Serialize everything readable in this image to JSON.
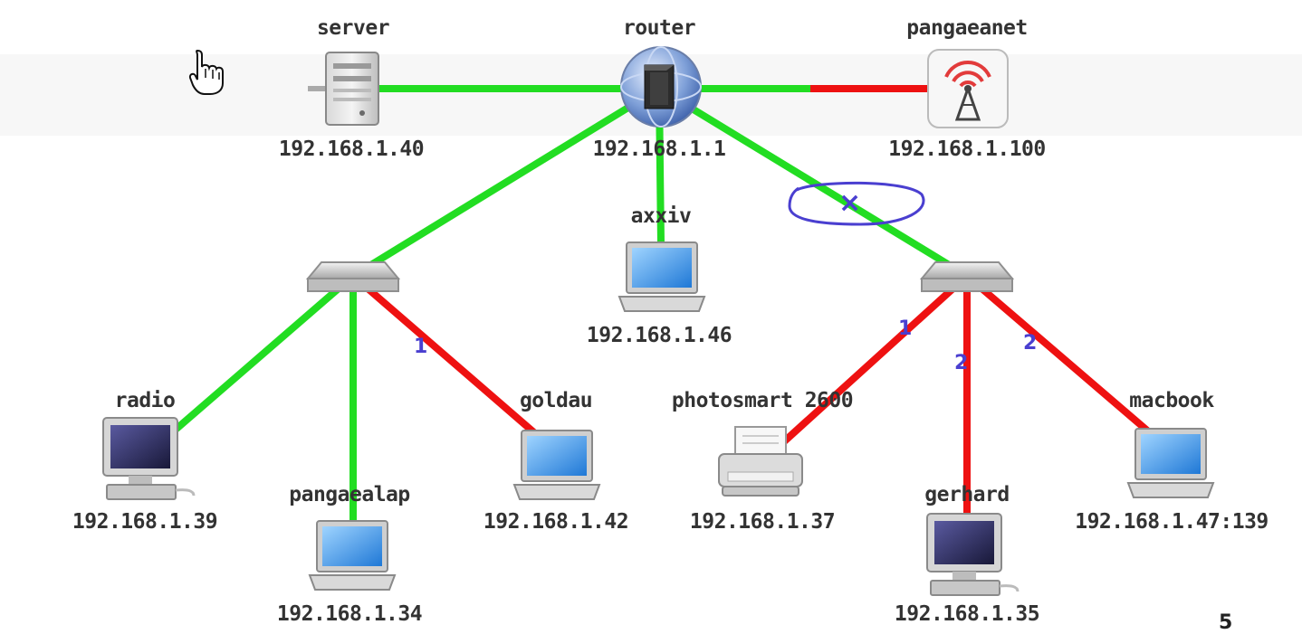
{
  "colors": {
    "link_up": "#22dd22",
    "link_down": "#ee1111",
    "annotation": "#4a3fd0"
  },
  "nodes": {
    "server": {
      "name": "server",
      "ip": "192.168.1.40",
      "icon": "server-tower-icon"
    },
    "router": {
      "name": "router",
      "ip": "192.168.1.1",
      "icon": "router-globe-icon"
    },
    "pangaeanet": {
      "name": "pangaeanet",
      "ip": "192.168.1.100",
      "icon": "radio-antenna-icon"
    },
    "axxiv": {
      "name": "axxiv",
      "ip": "192.168.1.46",
      "icon": "laptop-icon"
    },
    "radio": {
      "name": "radio",
      "ip": "192.168.1.39",
      "icon": "desktop-monitor-icon"
    },
    "pangaealap": {
      "name": "pangaealap",
      "ip": "192.168.1.34",
      "icon": "laptop-icon"
    },
    "goldau": {
      "name": "goldau",
      "ip": "192.168.1.42",
      "icon": "laptop-icon"
    },
    "photosmart": {
      "name": "photosmart 2600",
      "ip": "192.168.1.37",
      "icon": "printer-icon"
    },
    "gerhard": {
      "name": "gerhard",
      "ip": "192.168.1.35",
      "icon": "desktop-monitor-icon"
    },
    "macbook": {
      "name": "macbook",
      "ip": "192.168.1.47:139",
      "icon": "laptop-icon"
    },
    "switch_left": {
      "icon": "network-switch-icon"
    },
    "switch_right": {
      "icon": "network-switch-icon"
    }
  },
  "links": [
    {
      "from": "router",
      "to": "server",
      "status": "up"
    },
    {
      "from": "router",
      "to": "pangaeanet",
      "status": "partial"
    },
    {
      "from": "router",
      "to": "axxiv",
      "status": "up"
    },
    {
      "from": "router",
      "to": "switch_left",
      "status": "up"
    },
    {
      "from": "router",
      "to": "switch_right",
      "status": "up"
    },
    {
      "from": "switch_left",
      "to": "radio",
      "status": "up"
    },
    {
      "from": "switch_left",
      "to": "pangaealap",
      "status": "up"
    },
    {
      "from": "switch_left",
      "to": "goldau",
      "status": "down"
    },
    {
      "from": "switch_right",
      "to": "photosmart",
      "status": "down"
    },
    {
      "from": "switch_right",
      "to": "gerhard",
      "status": "down"
    },
    {
      "from": "switch_right",
      "to": "macbook",
      "status": "down"
    }
  ],
  "annotations": {
    "cross_mark": "×",
    "mark_goldau": "1",
    "mark_photosmart": "1",
    "mark_gerhard": "2",
    "mark_macbook": "2"
  },
  "corner_text": "5"
}
